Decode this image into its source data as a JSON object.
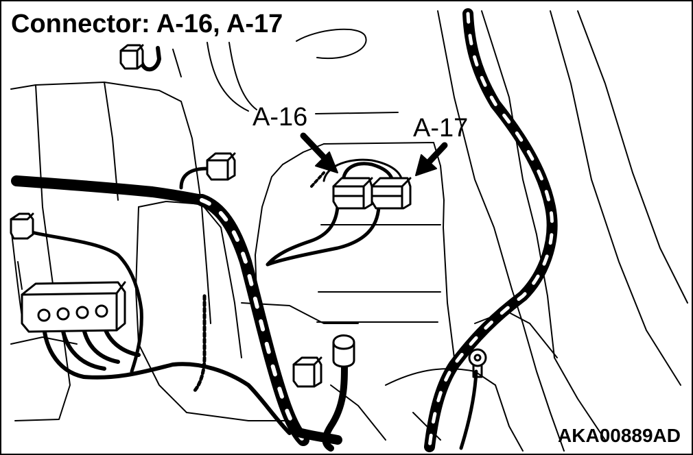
{
  "title": "Connector: A-16, A-17",
  "callouts": {
    "a16": "A-16",
    "a17": "A-17"
  },
  "figure_code": "AKA00889AD",
  "colors": {
    "ink": "#000000",
    "paper": "#ffffff"
  }
}
